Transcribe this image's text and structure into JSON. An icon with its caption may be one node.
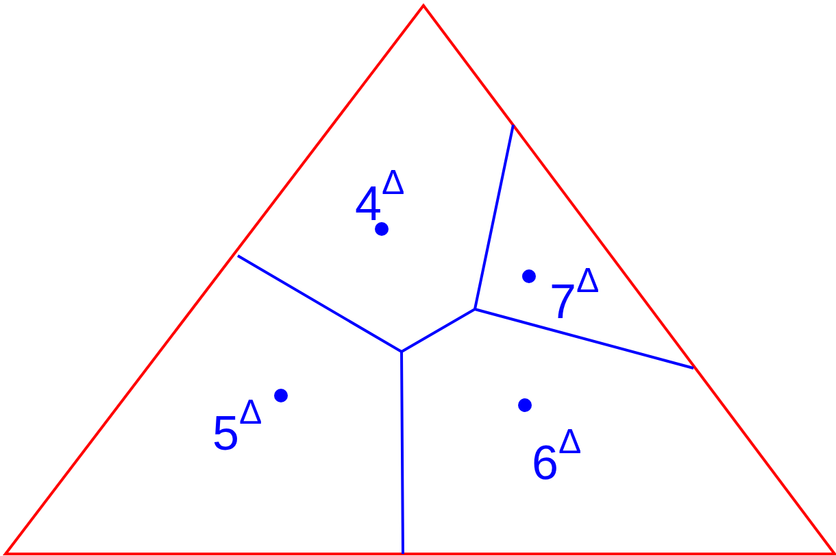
{
  "diagram": {
    "labels": [
      "4$^{Δ}$",
      "7$^{Δ}$",
      "5$^{Δ}$",
      "6$^{Δ}$"
    ]
  }
}
